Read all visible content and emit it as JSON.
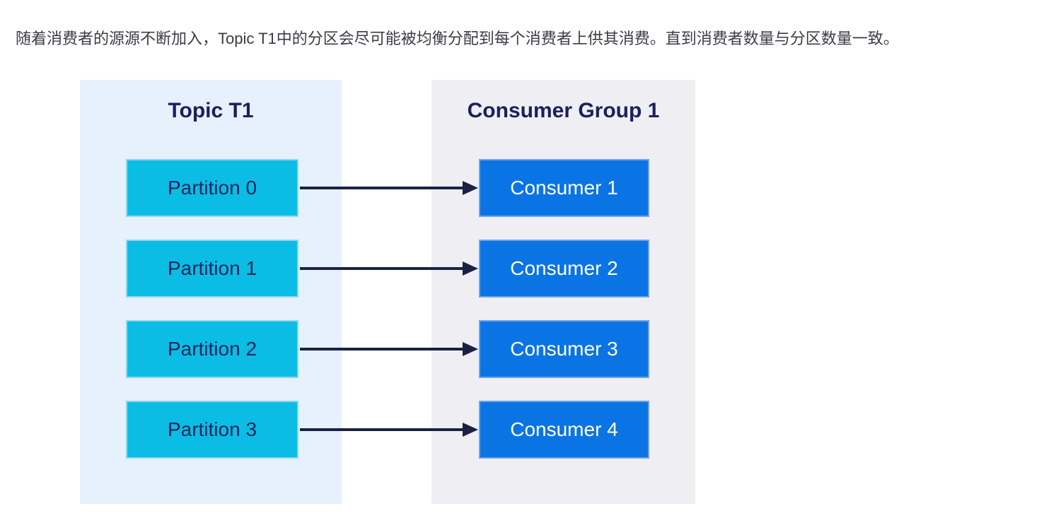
{
  "caption": "随着消费者的源源不断加入，Topic T1中的分区会尽可能被均衡分配到每个消费者上供其消费。直到消费者数量与分区数量一致。",
  "diagram": {
    "topic": {
      "title": "Topic T1",
      "partitions": [
        "Partition 0",
        "Partition 1",
        "Partition 2",
        "Partition 3"
      ]
    },
    "consumer_group": {
      "title": "Consumer Group 1",
      "consumers": [
        "Consumer 1",
        "Consumer 2",
        "Consumer 3",
        "Consumer 4"
      ]
    },
    "colors": {
      "topic_panel_bg": "#e7f0fd",
      "group_panel_bg": "#efeef3",
      "partition_fill": "#0bbde4",
      "partition_border": "#8ed8ef",
      "partition_text": "#14265c",
      "consumer_fill": "#0b74e4",
      "consumer_border": "#6fa3ea",
      "consumer_text": "#ffffff",
      "title_text": "#1a1f5e",
      "arrow": "#1a2145"
    }
  }
}
